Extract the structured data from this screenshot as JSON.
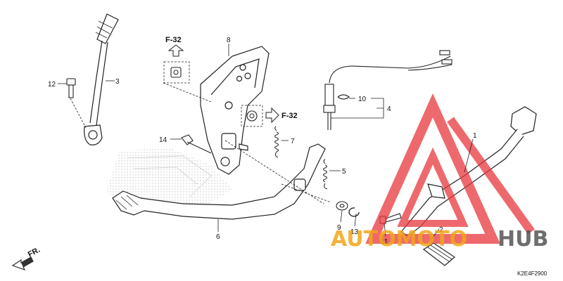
{
  "diagram": {
    "diagram_code": "K2E4F2900",
    "front_indicator": "FR.",
    "reference_tags": [
      "F-32",
      "F-32"
    ],
    "callouts": [
      "1",
      "2",
      "3",
      "4",
      "5",
      "6",
      "7",
      "8",
      "9",
      "10",
      "11",
      "12",
      "13",
      "14"
    ]
  },
  "watermark": {
    "text_primary": "AUTOMOTO",
    "text_secondary": "HUB",
    "color_primary": "#f2a51a",
    "color_secondary": "#555555",
    "logo_color": "#e8383d"
  }
}
